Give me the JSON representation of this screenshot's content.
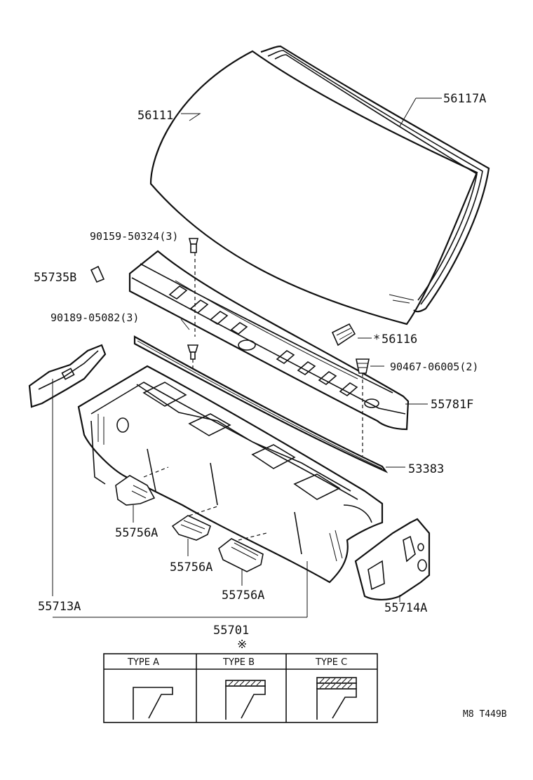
{
  "parts": {
    "p56111": "56111",
    "p56117A": "56117A",
    "p90159": "90159-50324(3)",
    "p55735B": "55735B",
    "p90189": "90189-05082(3)",
    "p56116": "56116",
    "p90467": "90467-06005(2)",
    "p55781F": "55781F",
    "p53383": "53383",
    "p55756A_1": "55756A",
    "p55756A_2": "55756A",
    "p55756A_3": "55756A",
    "p55713A": "55713A",
    "p55714A": "55714A",
    "p55701": "55701"
  },
  "marks": {
    "star": "*",
    "note": "※"
  },
  "types": {
    "a": "TYPE A",
    "b": "TYPE B",
    "c": "TYPE C"
  },
  "code": "M8 T449B"
}
